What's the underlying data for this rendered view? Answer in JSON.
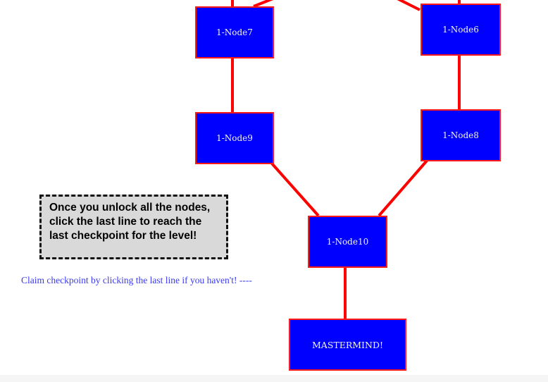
{
  "nodes": {
    "node7": "1-Node7",
    "node6": "1-Node6",
    "node9": "1-Node9",
    "node8": "1-Node8",
    "node10": "1-Node10",
    "mastermind": "MASTERMIND!"
  },
  "hint_box": {
    "text": "Once you unlock all the nodes, click the last line to reach the last checkpoint for the level!"
  },
  "claim_text": "Claim checkpoint by clicking the last line if you haven't! ----",
  "colors": {
    "node_fill": "#0000ff",
    "node_border": "#ff1a1a",
    "line": "#ff0000",
    "node_text": "#f2f2f2",
    "claim_text": "#3a3af2",
    "hint_background": "#d9d9d9"
  }
}
